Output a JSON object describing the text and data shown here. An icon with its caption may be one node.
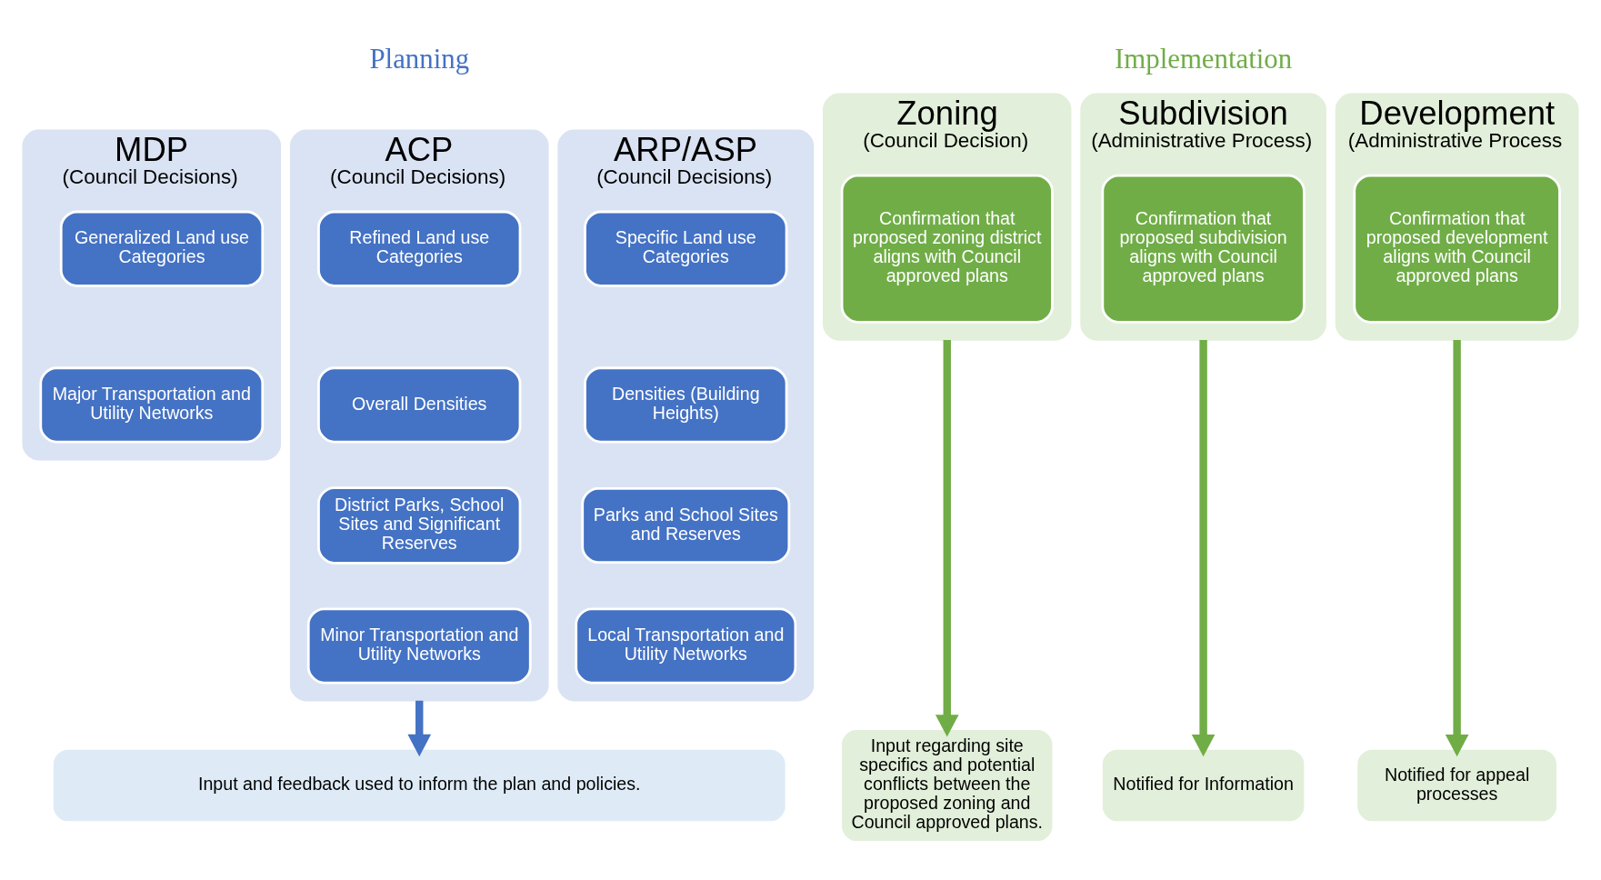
{
  "diagram": {
    "nodes": [
      {
        "text": [
          "MDP",
          "(Council Decisions)"
        ]
      },
      {
        "text": [
          "Generalized Land use Categories"
        ],
        "in": 0
      },
      {
        "text": [
          "Major Transportation and Utility Networks"
        ],
        "in": 0
      },
      {
        "text": [
          "ACP",
          "(Council Decisions)"
        ]
      },
      {
        "text": [
          "Refined Land use Categories"
        ],
        "in": 3
      },
      {
        "text": [
          "Overall Densities"
        ],
        "in": 3
      },
      {
        "text": [
          "District Parks, School Sites and Significant Reserves"
        ],
        "in": 3
      },
      {
        "text": [
          "Minor Transportation and Utility Networks"
        ],
        "in": 3
      },
      {
        "text": [
          "ARP/ASP",
          "(Council Decisions)"
        ]
      },
      {
        "text": [
          "Specific Land use Categories"
        ],
        "in": 8
      },
      {
        "text": [
          "Densities (Building Heights)"
        ],
        "in": 8
      },
      {
        "text": [
          "Parks and School Sites and Reserves"
        ],
        "in": 8
      },
      {
        "text": [
          "Local Transportation and Utility Networks"
        ],
        "in": 8
      },
      {
        "text": [
          "Zoning",
          "(Council Decision)"
        ]
      },
      {
        "text": [
          "Confirmation that proposed zoning district aligns with Council approved plans"
        ],
        "in": 13
      },
      {
        "text": [
          "Subdivision",
          "(Administrative Process)"
        ]
      },
      {
        "text": [
          "Confirmation that proposed subdivision aligns with Council approved plans"
        ],
        "in": 15
      },
      {
        "text": [
          "Development",
          "(Administrative Process"
        ]
      },
      {
        "text": [
          "Confirmation that proposed development aligns with Council approved plans"
        ],
        "in": 17
      },
      {
        "text": [
          "Input and feedback used to inform the plan and policies."
        ]
      },
      {
        "text": [
          "Input regarding site specifics and potential conflicts between the proposed zoning and Council approved plans."
        ]
      },
      {
        "text": [
          "Notified for Information"
        ]
      },
      {
        "text": [
          "Notified for appeal processes"
        ]
      }
    ],
    "edges": [
      {
        "from": 3,
        "to": 19,
        "arrow": "to",
        "color": "#4472c4"
      },
      {
        "from": 13,
        "to": 20,
        "arrow": "to"
      },
      {
        "from": 15,
        "to": 21,
        "arrow": "to"
      },
      {
        "from": 17,
        "to": 22,
        "arrow": "to"
      }
    ],
    "labels": [
      "Planning",
      "Implementation"
    ]
  }
}
